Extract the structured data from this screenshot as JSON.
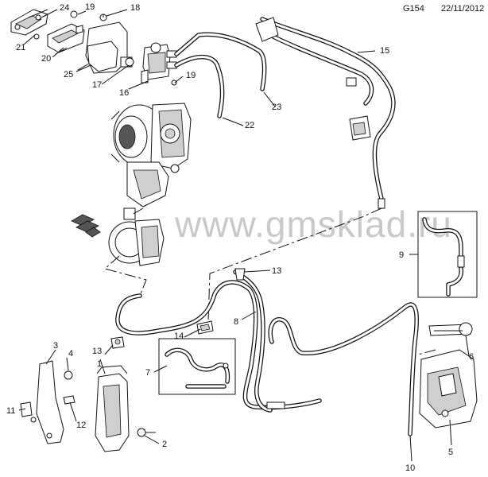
{
  "header": {
    "code": "G154",
    "date": "22/11/2012"
  },
  "watermark": "www.gmsklad.ru",
  "callouts": [
    {
      "id": "c1",
      "label": "1"
    },
    {
      "id": "c2",
      "label": "2"
    },
    {
      "id": "c3",
      "label": "3"
    },
    {
      "id": "c4",
      "label": "4"
    },
    {
      "id": "c5",
      "label": "5"
    },
    {
      "id": "c6",
      "label": "6"
    },
    {
      "id": "c7",
      "label": "7"
    },
    {
      "id": "c8",
      "label": "8"
    },
    {
      "id": "c9",
      "label": "9"
    },
    {
      "id": "c10",
      "label": "10"
    },
    {
      "id": "c11",
      "label": "11"
    },
    {
      "id": "c12",
      "label": "12"
    },
    {
      "id": "c13a",
      "label": "13"
    },
    {
      "id": "c13b",
      "label": "13"
    },
    {
      "id": "c14",
      "label": "14"
    },
    {
      "id": "c15",
      "label": "15"
    },
    {
      "id": "c16",
      "label": "16"
    },
    {
      "id": "c17",
      "label": "17"
    },
    {
      "id": "c18",
      "label": "18"
    },
    {
      "id": "c19a",
      "label": "19"
    },
    {
      "id": "c19b",
      "label": "19"
    },
    {
      "id": "c20",
      "label": "20"
    },
    {
      "id": "c21",
      "label": "21"
    },
    {
      "id": "c22",
      "label": "22"
    },
    {
      "id": "c23",
      "label": "23"
    },
    {
      "id": "c24",
      "label": "24"
    },
    {
      "id": "c25",
      "label": "25"
    }
  ]
}
